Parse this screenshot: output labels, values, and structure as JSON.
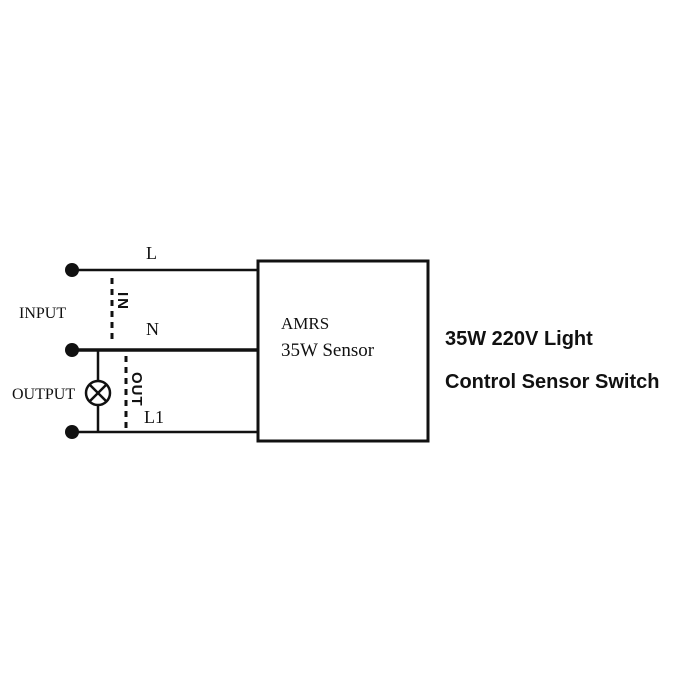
{
  "labels": {
    "line_L": "L",
    "line_N": "N",
    "line_L1": "L1",
    "input": "INPUT",
    "output": "OUTPUT",
    "in_vertical": "IN",
    "out_vertical": "OUT"
  },
  "sensor_box": {
    "model": "AMRS",
    "description": "35W Sensor"
  },
  "caption": {
    "line1": "35W 220V Light",
    "line2": "Control Sensor Switch"
  }
}
